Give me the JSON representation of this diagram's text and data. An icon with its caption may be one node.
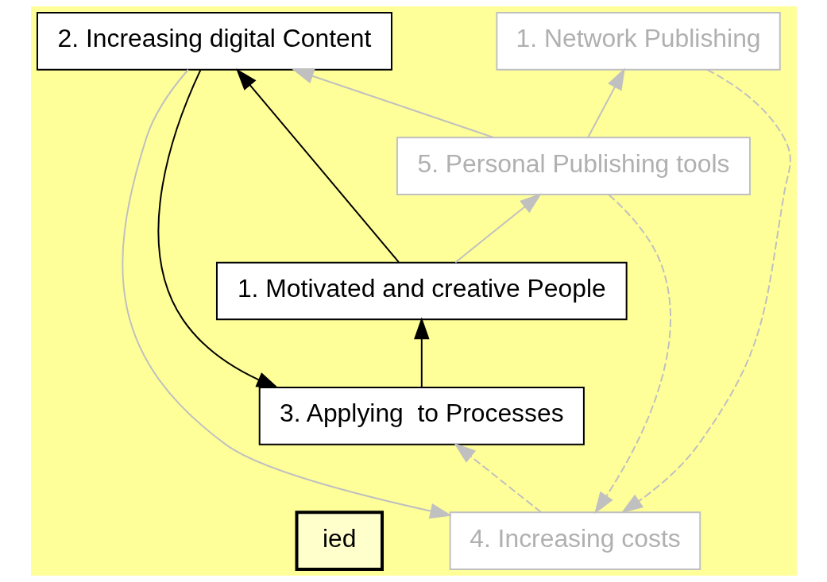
{
  "diagram": {
    "nodes": [
      {
        "text": [
          "ied"
        ]
      },
      {
        "text": [
          "4. Increasing costs"
        ]
      },
      {
        "text": [
          "3. Applying  to Processes"
        ]
      },
      {
        "text": [
          "2. Increasing digital Content"
        ]
      },
      {
        "text": [
          "1. Motivated and creative People"
        ]
      },
      {
        "text": [
          "1. Network Publishing"
        ]
      },
      {
        "text": [
          "5. Personal Publishing tools"
        ]
      }
    ],
    "edges": [
      {
        "from": 5,
        "to": 1,
        "arrow": "to",
        "style": "dashed"
      },
      {
        "from": 6,
        "to": 1,
        "arrow": "to",
        "style": "dashed"
      },
      {
        "from": 3,
        "to": 1,
        "arrow": "to"
      },
      {
        "from": 1,
        "to": 2,
        "arrow": "to",
        "style": "dashed"
      },
      {
        "from": 3,
        "to": 2,
        "arrow": "to",
        "color": "#000000"
      },
      {
        "from": 2,
        "to": 4,
        "arrow": "to",
        "color": "#000000"
      },
      {
        "from": 4,
        "to": 3,
        "arrow": "to",
        "color": "#000000"
      },
      {
        "from": 6,
        "to": 3,
        "arrow": "to"
      },
      {
        "from": 4,
        "to": 6,
        "arrow": "to"
      },
      {
        "from": 6,
        "to": 5,
        "arrow": "to"
      }
    ]
  }
}
